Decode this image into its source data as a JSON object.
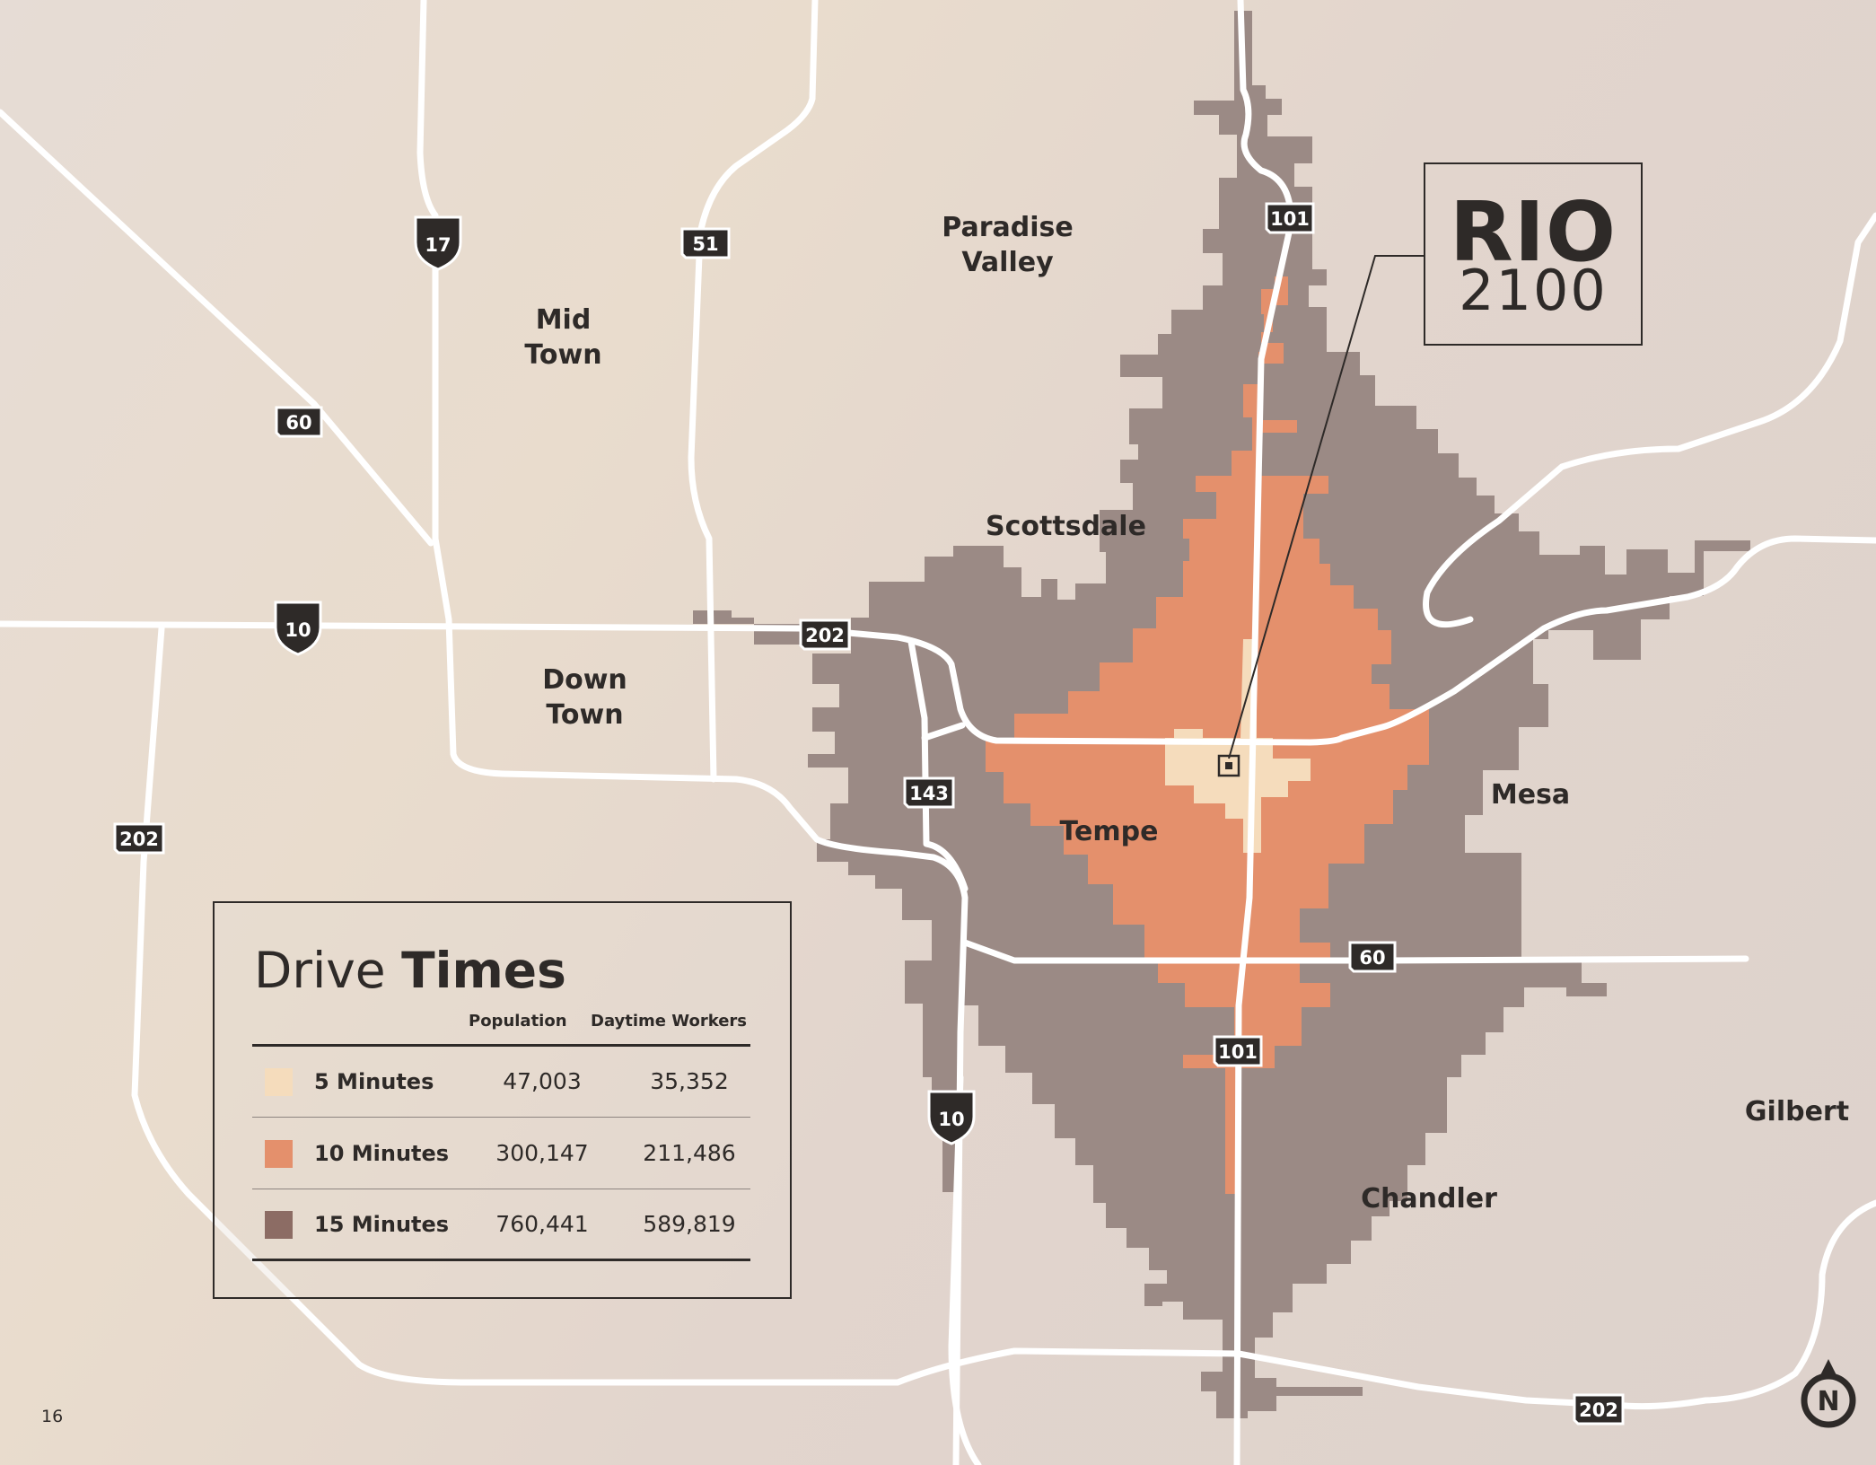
{
  "colors": {
    "background": "#e4d9d1",
    "road": "#ffffff",
    "zone_5": "#f5dcbc",
    "zone_10": "#e4906c",
    "zone_15": "#9b8a85",
    "ink": "#2e2a28",
    "shield": "#2e2a28"
  },
  "places": [
    {
      "id": "paradise-valley",
      "line1": "Paradise",
      "line2": "Valley"
    },
    {
      "id": "mid-town",
      "line1": "Mid",
      "line2": "Town"
    },
    {
      "id": "scottsdale",
      "line1": "Scottsdale",
      "line2": ""
    },
    {
      "id": "down-town",
      "line1": "Down",
      "line2": "Town"
    },
    {
      "id": "tempe",
      "line1": "Tempe",
      "line2": ""
    },
    {
      "id": "mesa",
      "line1": "Mesa",
      "line2": ""
    },
    {
      "id": "gilbert",
      "line1": "Gilbert",
      "line2": ""
    },
    {
      "id": "chandler",
      "line1": "Chandler",
      "line2": ""
    }
  ],
  "shields": [
    {
      "id": "i17",
      "label": "17",
      "kind": "interstate"
    },
    {
      "id": "sr51",
      "label": "51",
      "kind": "state"
    },
    {
      "id": "sr101-north",
      "label": "101",
      "kind": "state"
    },
    {
      "id": "us60-west",
      "label": "60",
      "kind": "state"
    },
    {
      "id": "i10-west",
      "label": "10",
      "kind": "interstate"
    },
    {
      "id": "sr202-center",
      "label": "202",
      "kind": "state"
    },
    {
      "id": "sr143",
      "label": "143",
      "kind": "state"
    },
    {
      "id": "sr202-west",
      "label": "202",
      "kind": "state"
    },
    {
      "id": "us60-east",
      "label": "60",
      "kind": "state"
    },
    {
      "id": "sr101-south",
      "label": "101",
      "kind": "state"
    },
    {
      "id": "i10-south",
      "label": "10",
      "kind": "interstate"
    },
    {
      "id": "sr202-south",
      "label": "202",
      "kind": "state"
    }
  ],
  "property": {
    "name_line1": "RIO",
    "name_line2": "2100"
  },
  "legend": {
    "title_light": "Drive",
    "title_bold": "Times",
    "col_population": "Population",
    "col_workers": "Daytime Workers",
    "rows": [
      {
        "label": "5 Minutes",
        "population": "47,003",
        "workers": "35,352",
        "color": "#f5dcbc"
      },
      {
        "label": "10 Minutes",
        "population": "300,147",
        "workers": "211,486",
        "color": "#e4906c"
      },
      {
        "label": "15 Minutes",
        "population": "760,441",
        "workers": "589,819",
        "color": "#8c6c64"
      }
    ]
  },
  "compass": {
    "label": "N",
    "icon": "north-arrow-icon"
  },
  "page_number": "16"
}
